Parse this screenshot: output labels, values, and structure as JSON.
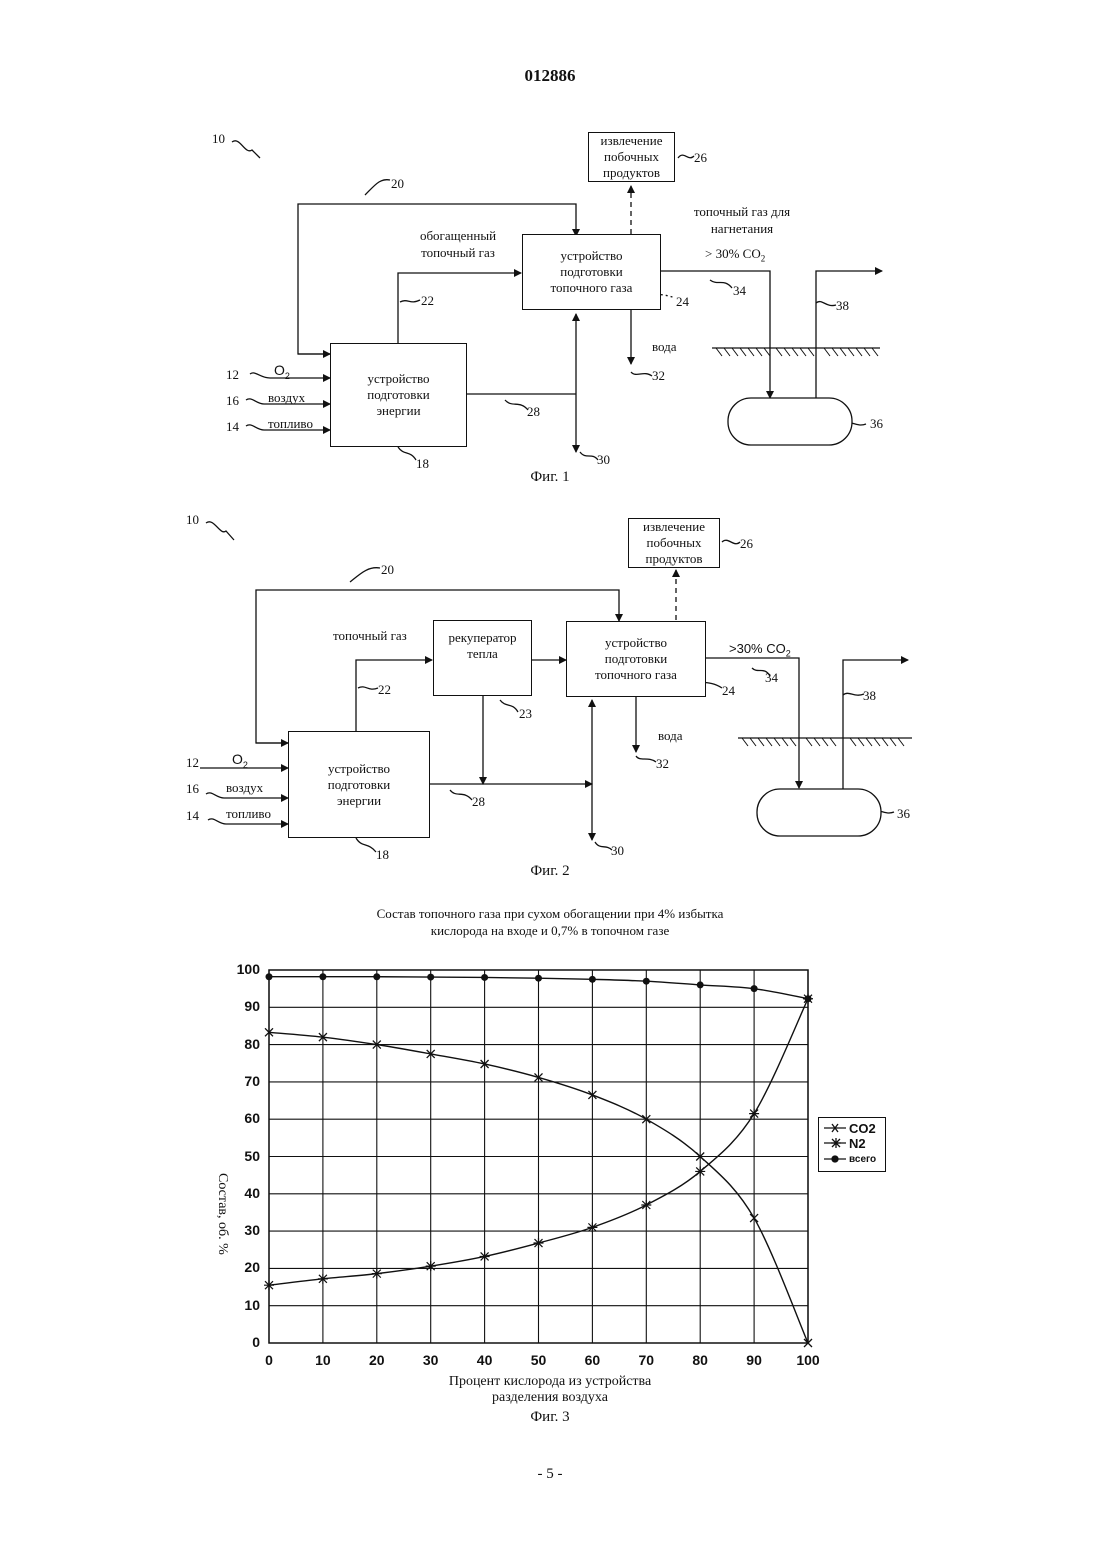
{
  "page": {
    "patent_number": "012886",
    "page_number": "- 5 -"
  },
  "fig1": {
    "caption": "Фиг. 1",
    "ref_10": "10",
    "byproduct_box": [
      "извлечение",
      "побочных",
      "продуктов"
    ],
    "ref_26": "26",
    "ref_20": "20",
    "enriched_label": [
      "обогащенный",
      "топочный газ"
    ],
    "flue_prep_box": [
      "устройство",
      "подготовки",
      "топочного газа"
    ],
    "ref_24": "24",
    "ref_22": "22",
    "inject_label": [
      "топочный газ для",
      "нагнетания"
    ],
    "co2_label": "> 30% CO",
    "co2_sub": "2",
    "ref_34": "34",
    "ref_38": "38",
    "ref_36": "36",
    "water": "вода",
    "ref_32": "32",
    "energy_box": [
      "устройство",
      "подготовки",
      "энергии"
    ],
    "ref_18": "18",
    "ref_28": "28",
    "ref_30": "30",
    "ref_12": "12",
    "o2": "O",
    "o2_sub": "2",
    "ref_16": "16",
    "air": "воздух",
    "ref_14": "14",
    "fuel": "топливо"
  },
  "fig2": {
    "caption": "Фиг. 2",
    "ref_10": "10",
    "byproduct_box": [
      "извлечение",
      "побочных",
      "продуктов"
    ],
    "ref_26": "26",
    "ref_20": "20",
    "flue_label": "топочный газ",
    "recuperator_box": [
      "рекуператор",
      "тепла"
    ],
    "ref_23": "23",
    "flue_prep_box": [
      "устройство",
      "подготовки",
      "топочного газа"
    ],
    "ref_24": "24",
    "ref_22": "22",
    "co2_label": ">30% CO",
    "co2_sub": "2",
    "ref_34": "34",
    "ref_38": "38",
    "ref_36": "36",
    "water": "вода",
    "ref_32": "32",
    "energy_box": [
      "устройство",
      "подготовки",
      "энергии"
    ],
    "ref_18": "18",
    "ref_28": "28",
    "ref_30": "30",
    "ref_12": "12",
    "o2": "O",
    "o2_sub": "2",
    "ref_16": "16",
    "air": "воздух",
    "ref_14": "14",
    "fuel": "топливо"
  },
  "chart_data": {
    "type": "line",
    "title": [
      "Состав топочного газа при сухом обогащении при 4% избытка",
      "кислорода на входе и 0,7% в топочном газе"
    ],
    "xlabel": [
      "Процент кислорода из устройства",
      "разделения воздуха"
    ],
    "ylabel": "Состав, об. %",
    "caption": "Фиг. 3",
    "x": [
      0,
      10,
      20,
      30,
      40,
      50,
      60,
      70,
      80,
      90,
      100
    ],
    "xlim": [
      0,
      100
    ],
    "ylim": [
      0,
      100
    ],
    "x_ticks": [
      "0",
      "10",
      "20",
      "30",
      "40",
      "50",
      "60",
      "70",
      "80",
      "90",
      "100"
    ],
    "y_ticks": [
      "0",
      "10",
      "20",
      "30",
      "40",
      "50",
      "60",
      "70",
      "80",
      "90",
      "100"
    ],
    "grid": true,
    "legend_position": "right",
    "series": [
      {
        "name": "CO2",
        "marker": "x",
        "values": [
          83.3,
          82,
          80,
          77.5,
          74.8,
          71.2,
          66.5,
          60,
          50,
          33.5,
          0
        ]
      },
      {
        "name": "N2",
        "marker": "asterisk",
        "values": [
          15.5,
          17.2,
          18.6,
          20.6,
          23.2,
          26.8,
          31,
          37,
          46,
          61.5,
          92.3
        ]
      },
      {
        "name": "всего",
        "marker": "dot",
        "values": [
          98.2,
          98.2,
          98.2,
          98.1,
          98,
          97.8,
          97.5,
          97,
          96,
          95,
          92.3
        ]
      }
    ]
  }
}
